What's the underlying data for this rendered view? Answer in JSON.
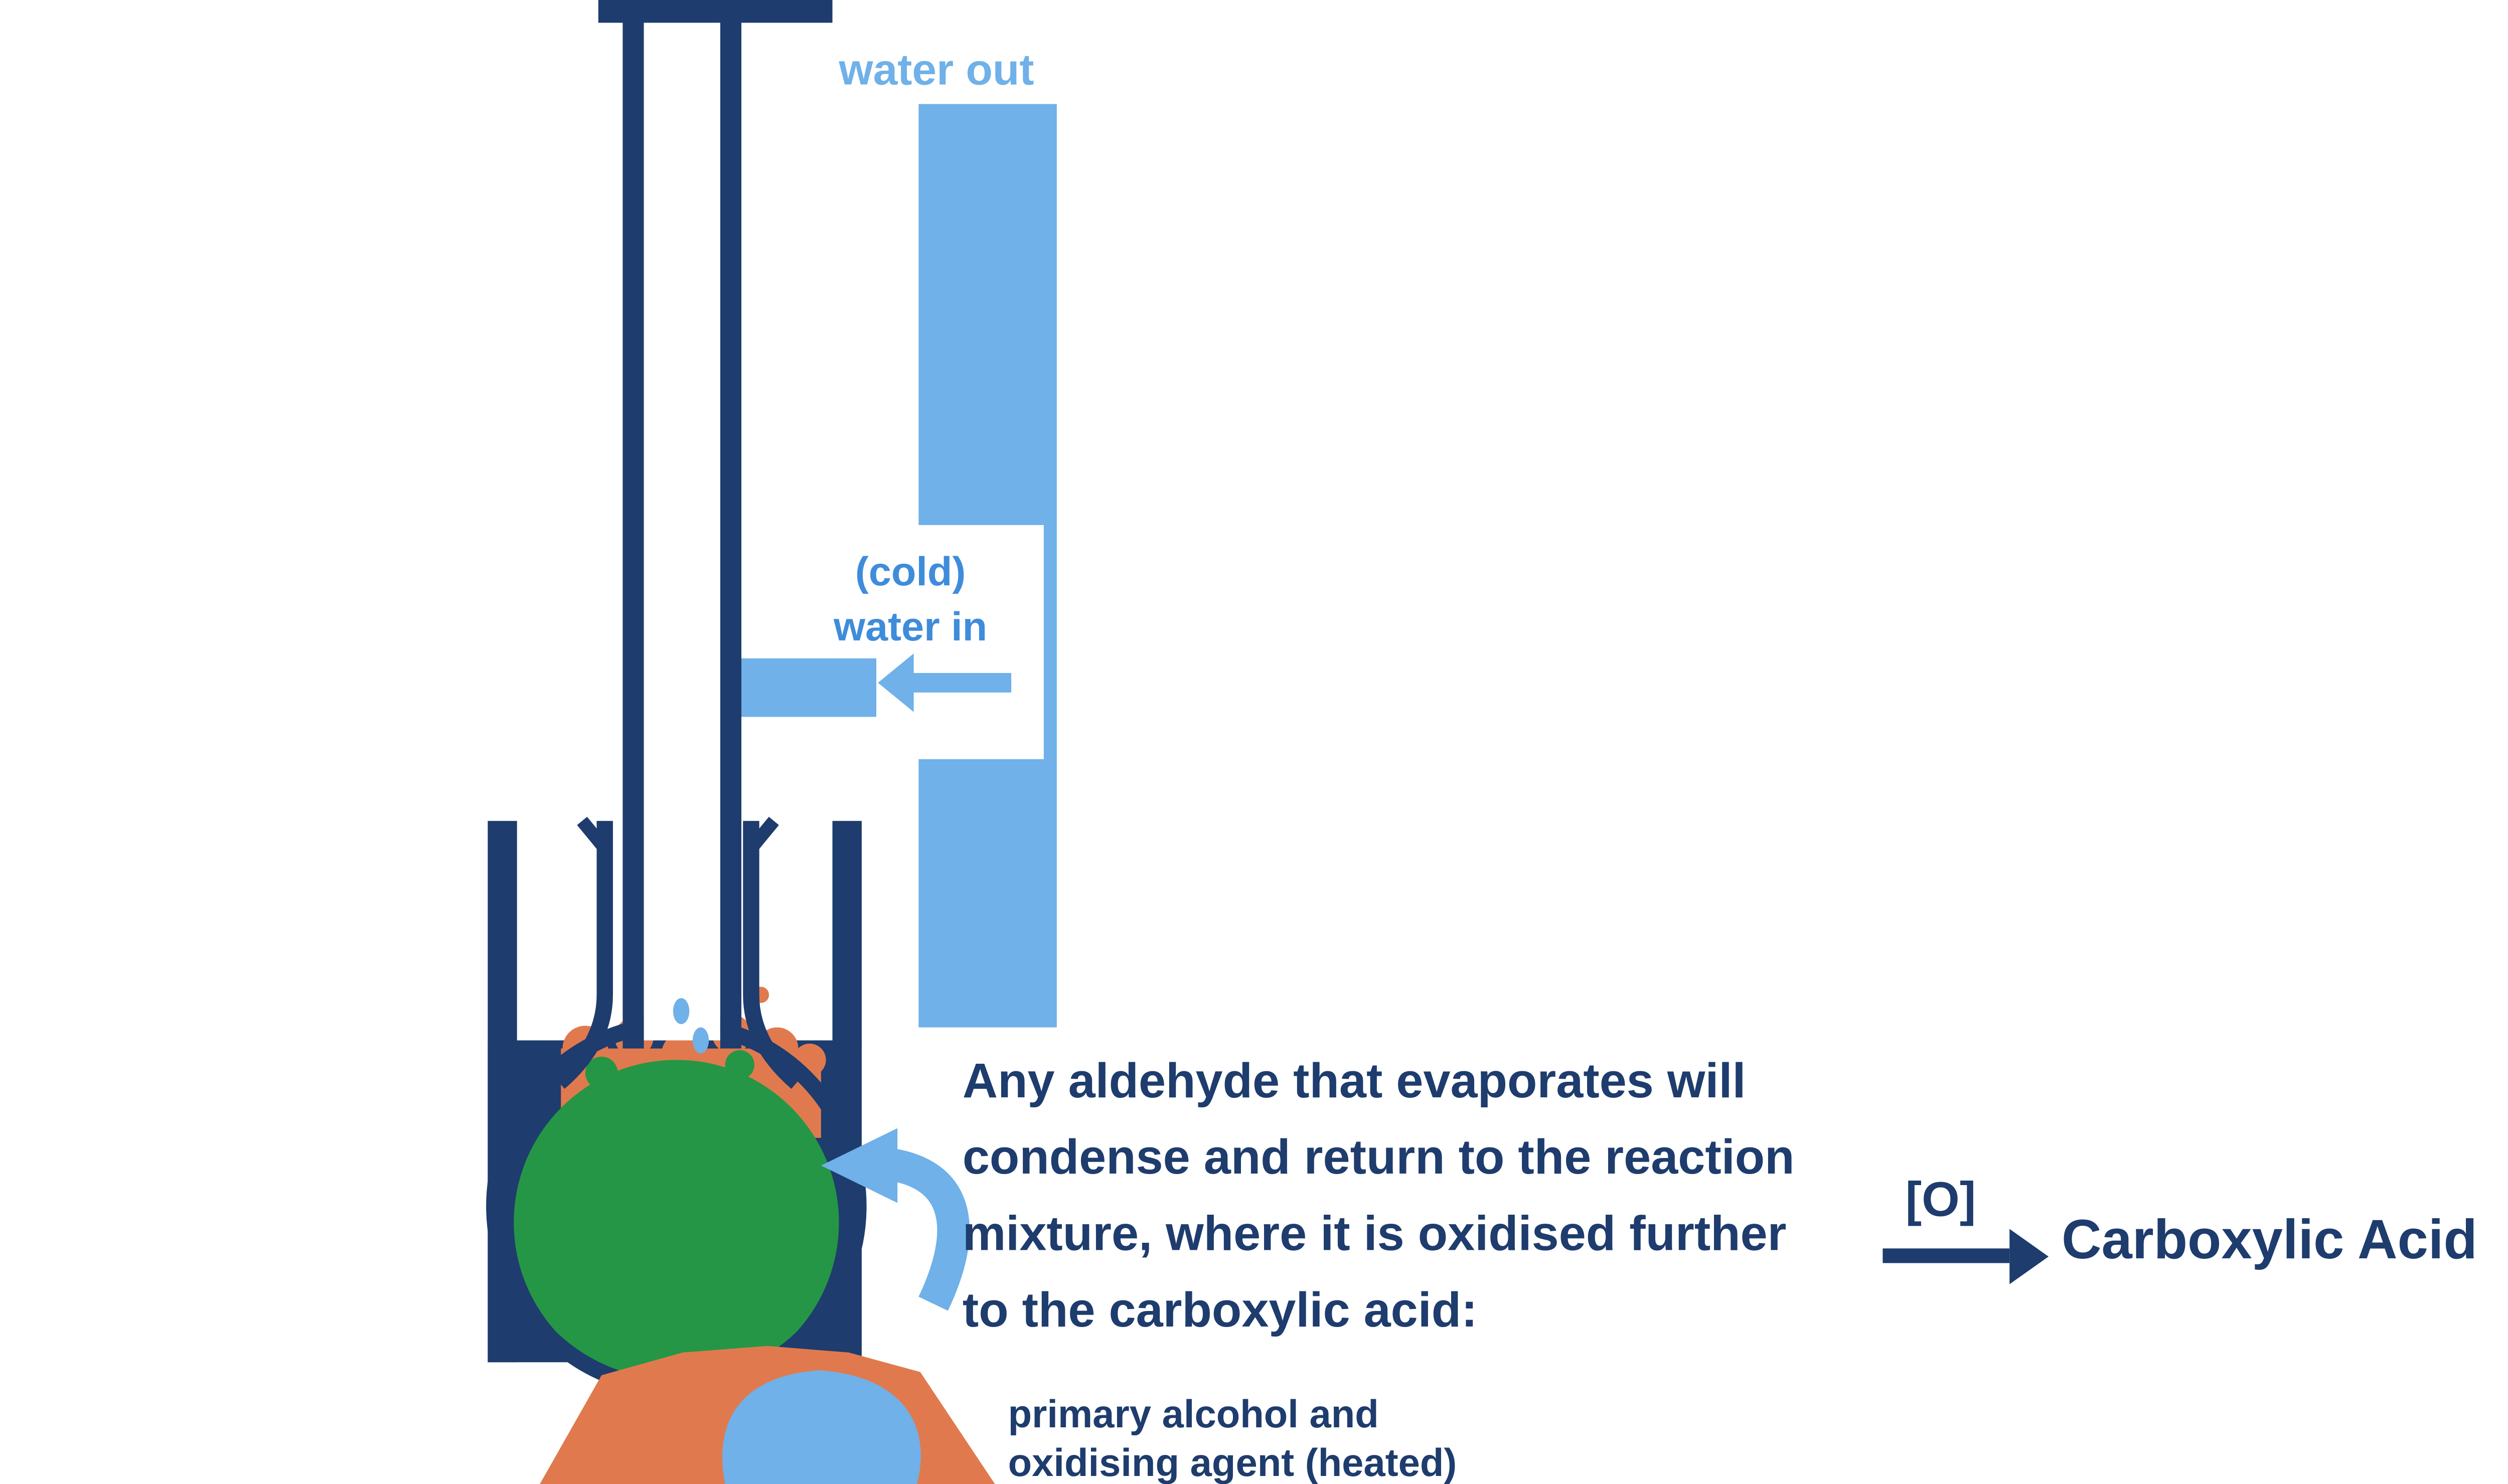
{
  "colors": {
    "navy": "#1e3c6d",
    "light_blue": "#6fb1e8",
    "mid_blue": "#3f8cdb",
    "green": "#259646",
    "orange": "#e07a4e",
    "white": "#ffffff"
  },
  "condenser": {
    "water_out_label": "water out",
    "water_in_label_line1": "(cold)",
    "water_in_label_line2": "water in"
  },
  "description": {
    "lines": [
      "Any aldehyde that evaporates will",
      "condense and return to the reaction",
      "mixture, where it is oxidised further",
      "to the carboxylic acid:"
    ]
  },
  "flask_label": {
    "lines": [
      "primary alcohol and",
      "oxidising agent (heated)"
    ]
  },
  "reaction": {
    "oxidant_symbol": "[O]",
    "product": "Carboxylic Acid"
  },
  "icons": {
    "water_in_arrow": "left-arrow",
    "reflux_cycle_arrow": "curved-left-arrow",
    "reaction_arrow": "right-arrow",
    "flame": "bunsen-flame"
  }
}
